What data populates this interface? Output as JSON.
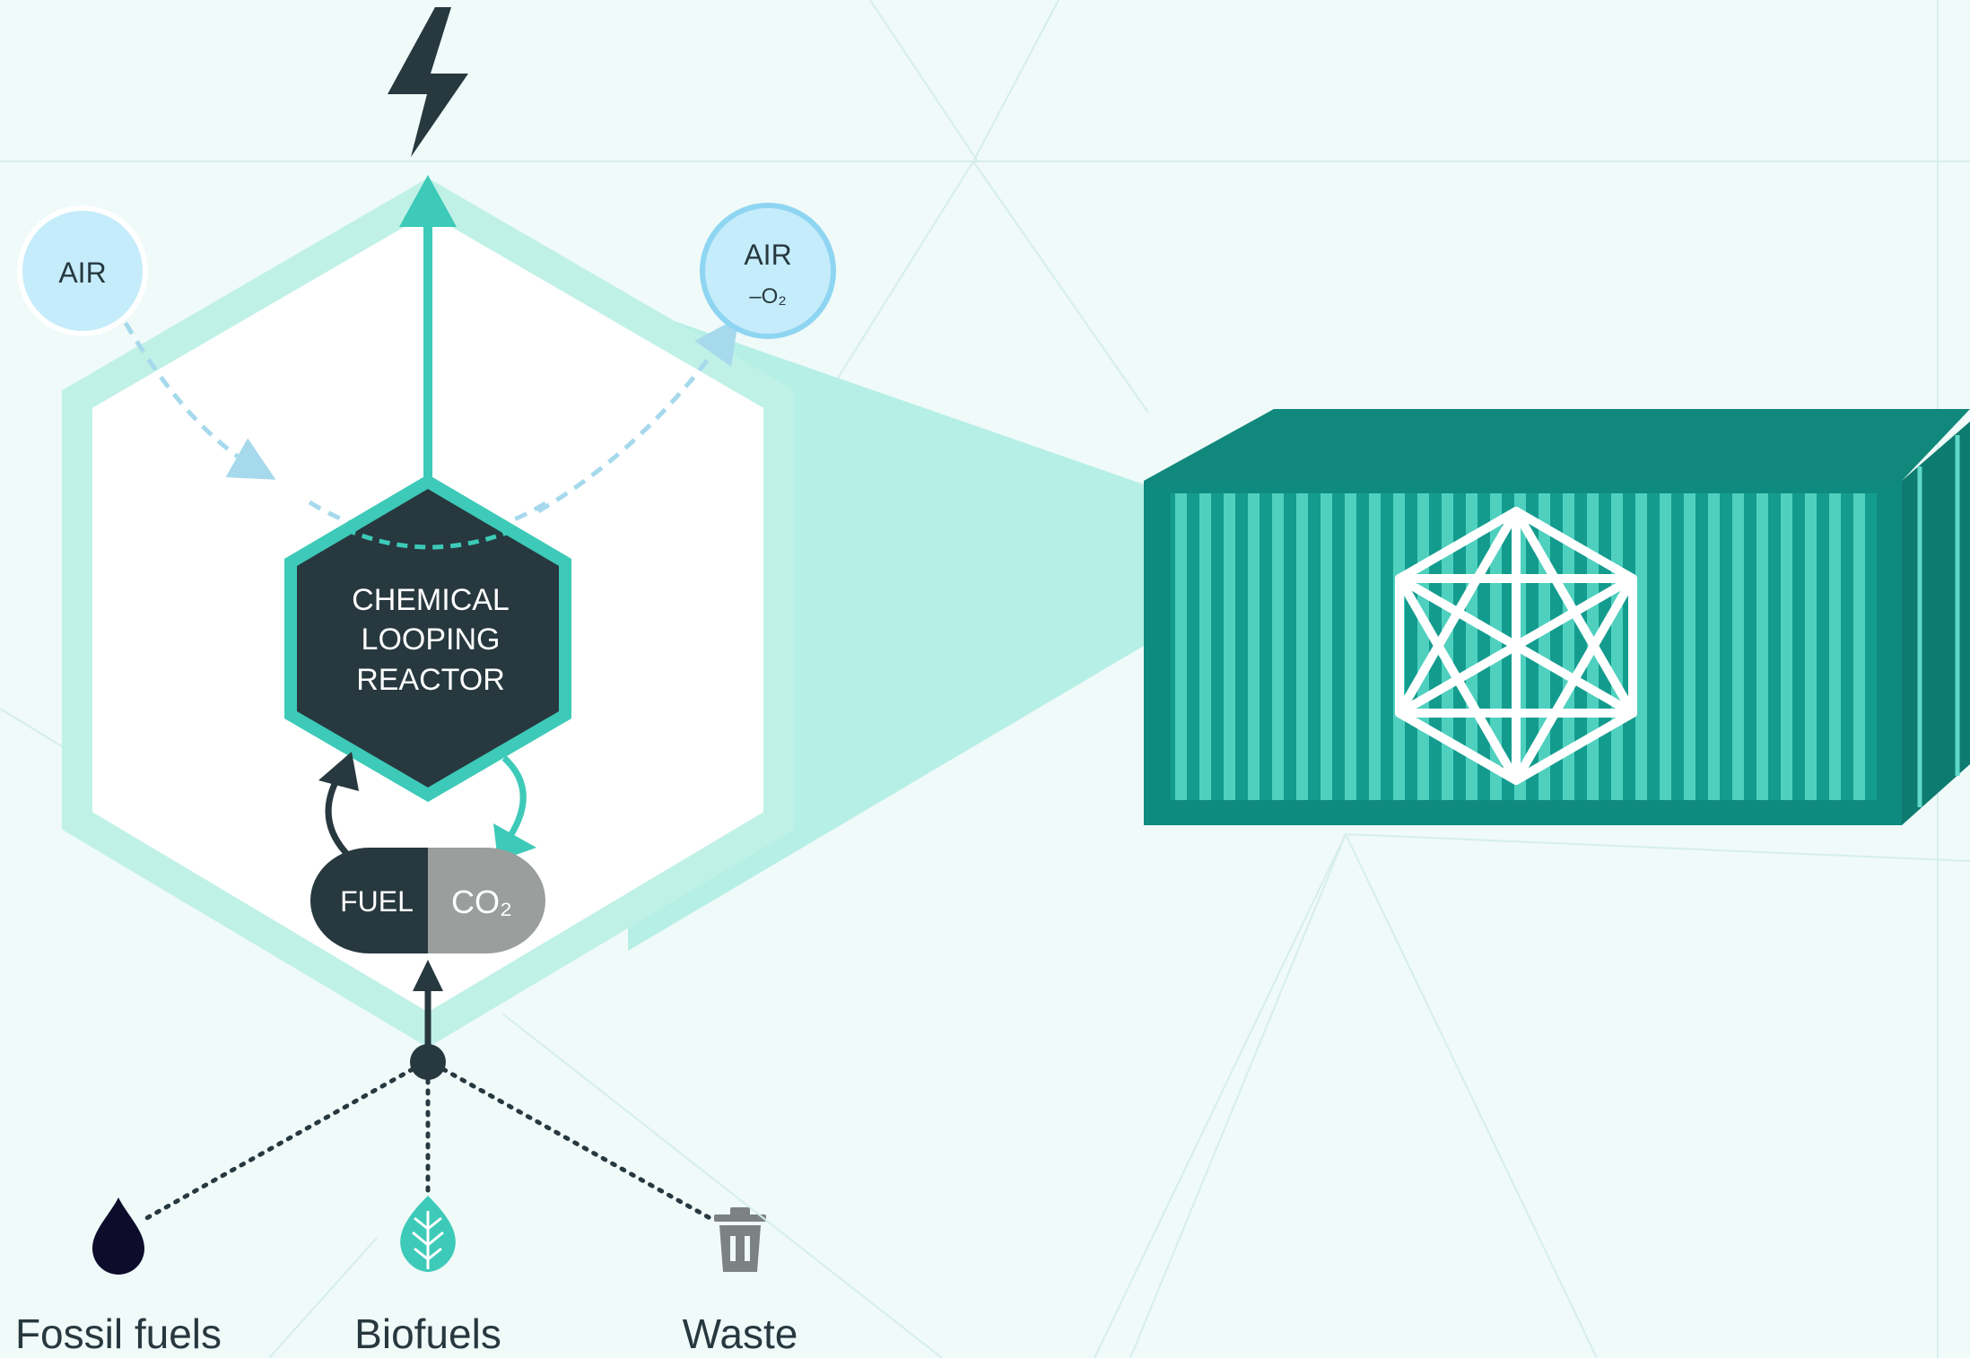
{
  "reactor": {
    "line1": "CHEMICAL",
    "line2": "LOOPING",
    "line3": "REACTOR"
  },
  "air_in": {
    "label": "AIR"
  },
  "air_out": {
    "label": "AIR",
    "sub": "–O₂"
  },
  "fuel_pill": {
    "fuel": "FUEL",
    "co2": "CO₂"
  },
  "sources": [
    {
      "label": "Fossil fuels",
      "icon": "droplet-icon"
    },
    {
      "label": "Biofuels",
      "icon": "leaf-icon"
    },
    {
      "label": "Waste",
      "icon": "trash-icon"
    }
  ],
  "container": {
    "icon": "hexagon-lattice-icon"
  },
  "output": {
    "icon": "lightning-bolt-icon"
  },
  "colors": {
    "teal": "#3dcab8",
    "teal_light": "#b6efe5",
    "dark": "#27383f",
    "container": "#139c8e",
    "air": "#c5ecfa",
    "air_border": "#8ed5f2",
    "gray": "#9a9e9d",
    "background": "#effaf9"
  }
}
